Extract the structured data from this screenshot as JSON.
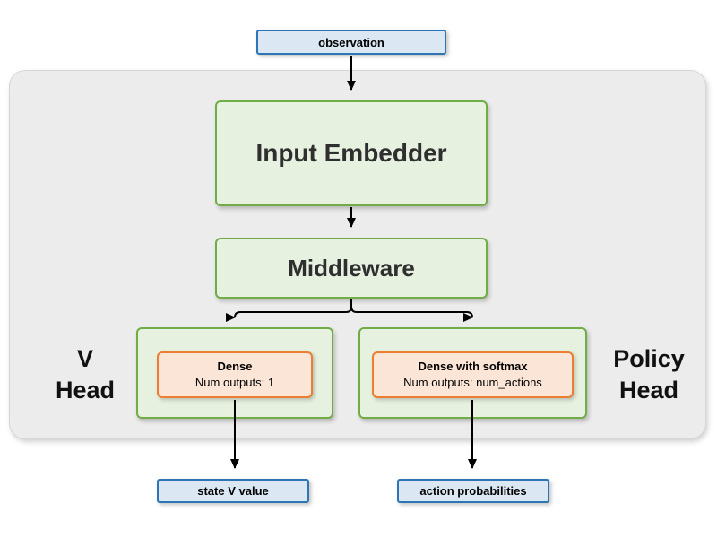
{
  "diagram": {
    "observation": {
      "label": "observation"
    },
    "input_embedder": {
      "label": "Input Embedder"
    },
    "middleware": {
      "label": "Middleware"
    },
    "v_head": {
      "label_line1": "V",
      "label_line2": "Head",
      "dense_title": "Dense",
      "dense_subtitle": "Num outputs: 1"
    },
    "policy_head": {
      "label_line1": "Policy",
      "label_line2": "Head",
      "dense_title": "Dense with softmax",
      "dense_subtitle": "Num outputs: num_actions"
    },
    "state_v_value": {
      "label": "state V value"
    },
    "action_probabilities": {
      "label": "action probabilities"
    },
    "colors": {
      "blue_fill": "#dbe8f4",
      "blue_border": "#2e75b6",
      "green_fill": "#e6f1df",
      "green_border": "#70ad47",
      "orange_fill": "#fbe5d6",
      "orange_border": "#ed7d31",
      "container_fill": "#ececec",
      "arrow": "#000000"
    }
  }
}
